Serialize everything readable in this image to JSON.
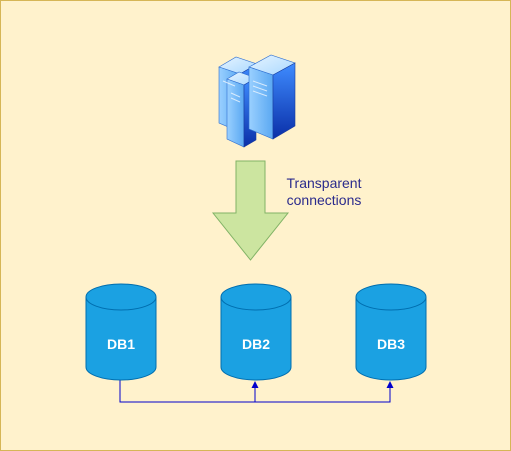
{
  "colors": {
    "background": "#fff2cc",
    "border": "#d6b656",
    "database_fill": "#1ba1e2",
    "database_stroke": "#006eaf",
    "arrow_fill": "#cce5a0",
    "arrow_stroke": "#82b366",
    "connector": "#0000cc",
    "annotation_text": "#2b2b8c"
  },
  "server": {
    "icon": "server-cluster-icon"
  },
  "arrow": {
    "label_lines": [
      "Transparent",
      "connections"
    ]
  },
  "databases": [
    {
      "label": "DB1"
    },
    {
      "label": "DB2"
    },
    {
      "label": "DB3"
    }
  ]
}
